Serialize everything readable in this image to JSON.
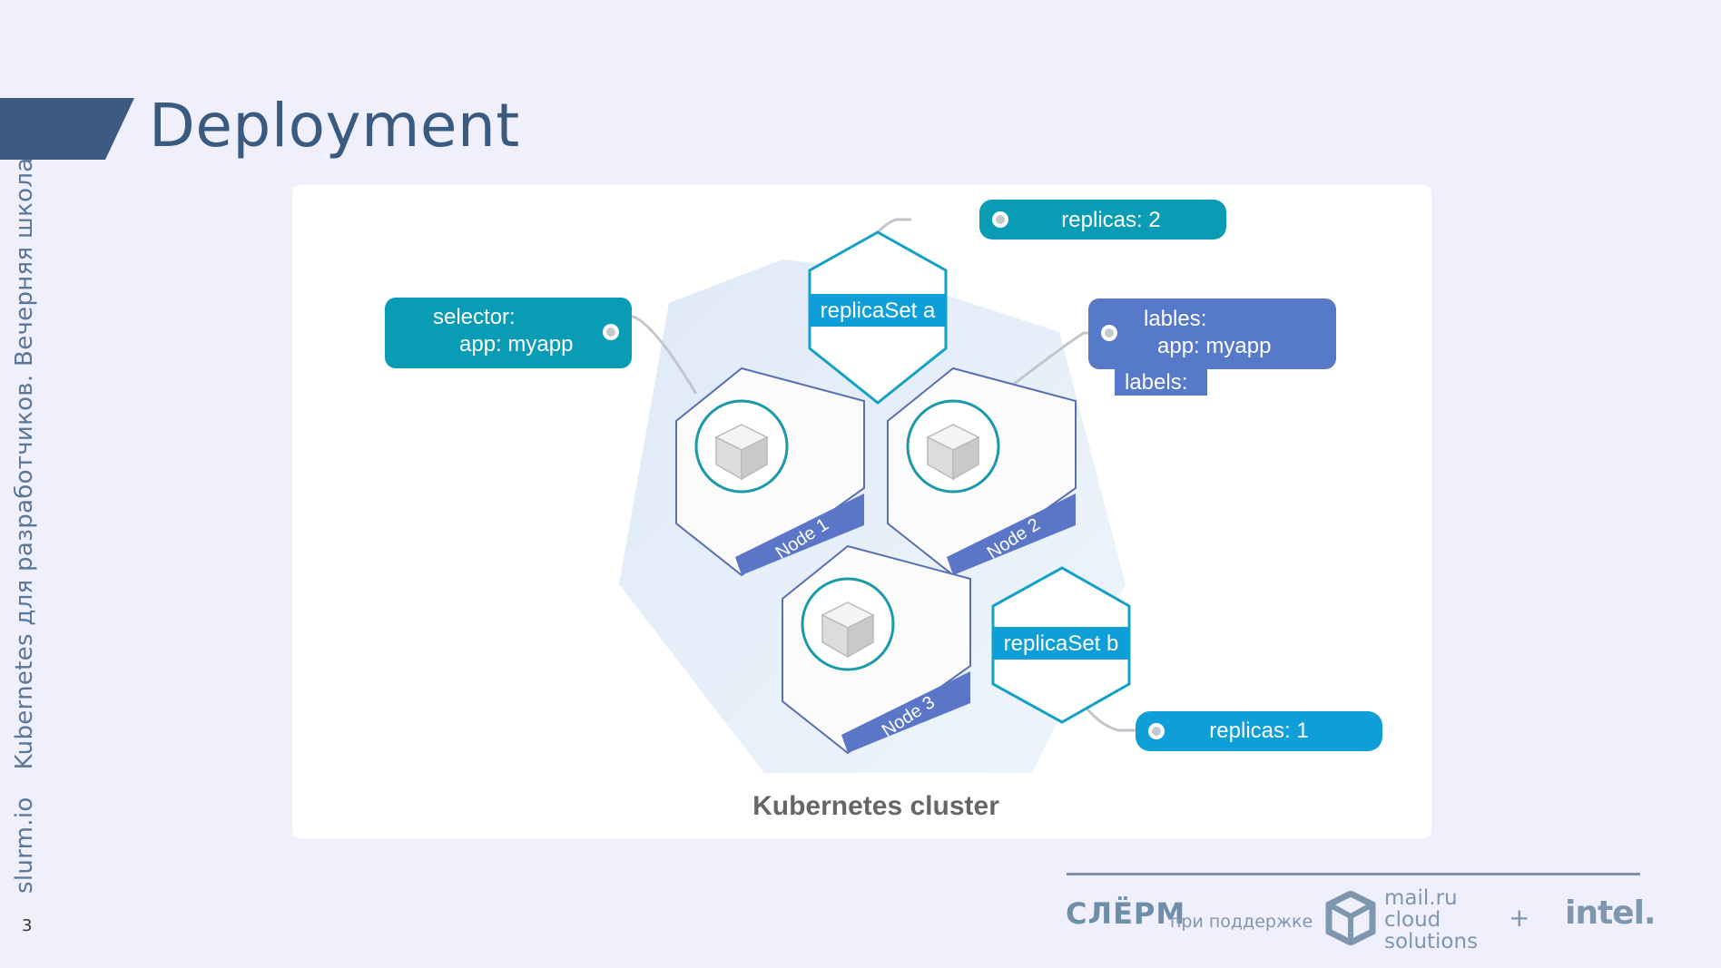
{
  "slide": {
    "title": "Deployment",
    "side_course": "Kubernetes для разработчиков. Вечерняя школа",
    "side_site": "slurm.io",
    "page_number": "3"
  },
  "diagram": {
    "cluster_label": "Kubernetes cluster",
    "nodes": [
      "Node 1",
      "Node 2",
      "Node 3"
    ],
    "replicasets": [
      "replicaSet a",
      "replicaSet b"
    ],
    "callouts": {
      "selector_line1": "selector:",
      "selector_line2": "app: myapp",
      "replicas_a": "replicas: 2",
      "labels_line1": "lables:",
      "labels_line2": "app: myapp",
      "labels_fix": "labels:",
      "replicas_b": "replicas: 1"
    },
    "colors": {
      "teal": "#0a9bb5",
      "blue": "#5679c9",
      "sky": "#0e9fd8",
      "node_stripe": "#5b76c7"
    }
  },
  "footer": {
    "brand": "СЛЁРМ",
    "support": "при поддержке",
    "partner_line1": "mail.ru",
    "partner_line2": "cloud",
    "partner_line3": "solutions",
    "plus": "+",
    "partner2": "intel."
  },
  "icons": [
    "cube-icon",
    "mailru-cloud-icon"
  ]
}
